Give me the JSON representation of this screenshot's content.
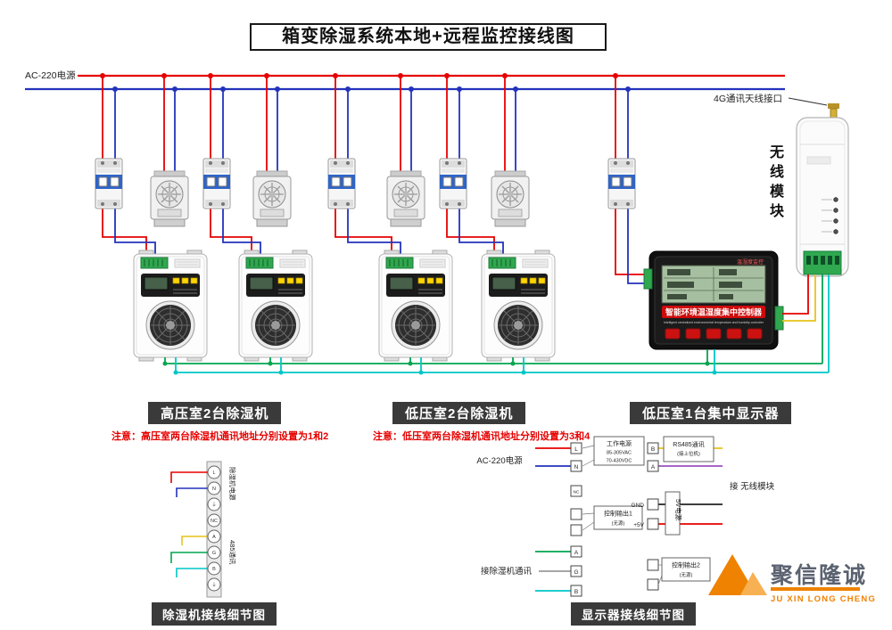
{
  "title": "箱变除湿系统本地+远程监控接线图",
  "power": {
    "label": "AC-220电源"
  },
  "wireless": {
    "antenna_label": "4G通讯天线接口",
    "module_label": "无线模块"
  },
  "controller": {
    "badge": "温湿度监控",
    "title": "智能环境温湿度集中控制器",
    "subtitle": "Intelligent centralized environmental temperature and humidity controller"
  },
  "sections": {
    "high_voltage": "高压室2台除湿机",
    "low_voltage": "低压室2台除湿机",
    "display": "低压室1台集中显示器"
  },
  "notes": {
    "high_voltage": "注意：高压室两台除湿机通讯地址分别设置为1和2",
    "low_voltage": "注意：低压室两台除湿机通讯地址分别设置为3和4"
  },
  "detail_dehumidifier": {
    "caption": "除湿机接线细节图",
    "power_group": "除湿机电源",
    "comm_group": "485通讯",
    "terminals": [
      "L",
      "N",
      "⏚",
      "NC",
      "A",
      "G",
      "B",
      "⏚"
    ]
  },
  "detail_display": {
    "caption": "显示器接线细节图",
    "ac_label": "AC-220电源",
    "work_power": {
      "title": "工作电源",
      "range1": "85-305VAC",
      "range2": "70-430VDC"
    },
    "terminals_left": {
      "l": "L",
      "n": "N",
      "nc": "NC",
      "a": "A",
      "g": "G",
      "b": "B"
    },
    "ctrl_out1": {
      "title": "控制输出1",
      "sub": "(无源)"
    },
    "comm_label": "接除湿机通讯",
    "rs485": {
      "title": "RS485通讯",
      "sub": "(接上位机)"
    },
    "terminals_right": {
      "b": "B",
      "a": "A",
      "gnd": "GND",
      "v5": "+5V"
    },
    "v5_group": "5V电源",
    "wireless_link": "接 无线模块",
    "ctrl_out2": {
      "title": "控制输出2",
      "sub": "(无源)"
    }
  },
  "logo": {
    "name": "聚信隆诚",
    "subtitle": "JU XIN LONG CHENG"
  }
}
